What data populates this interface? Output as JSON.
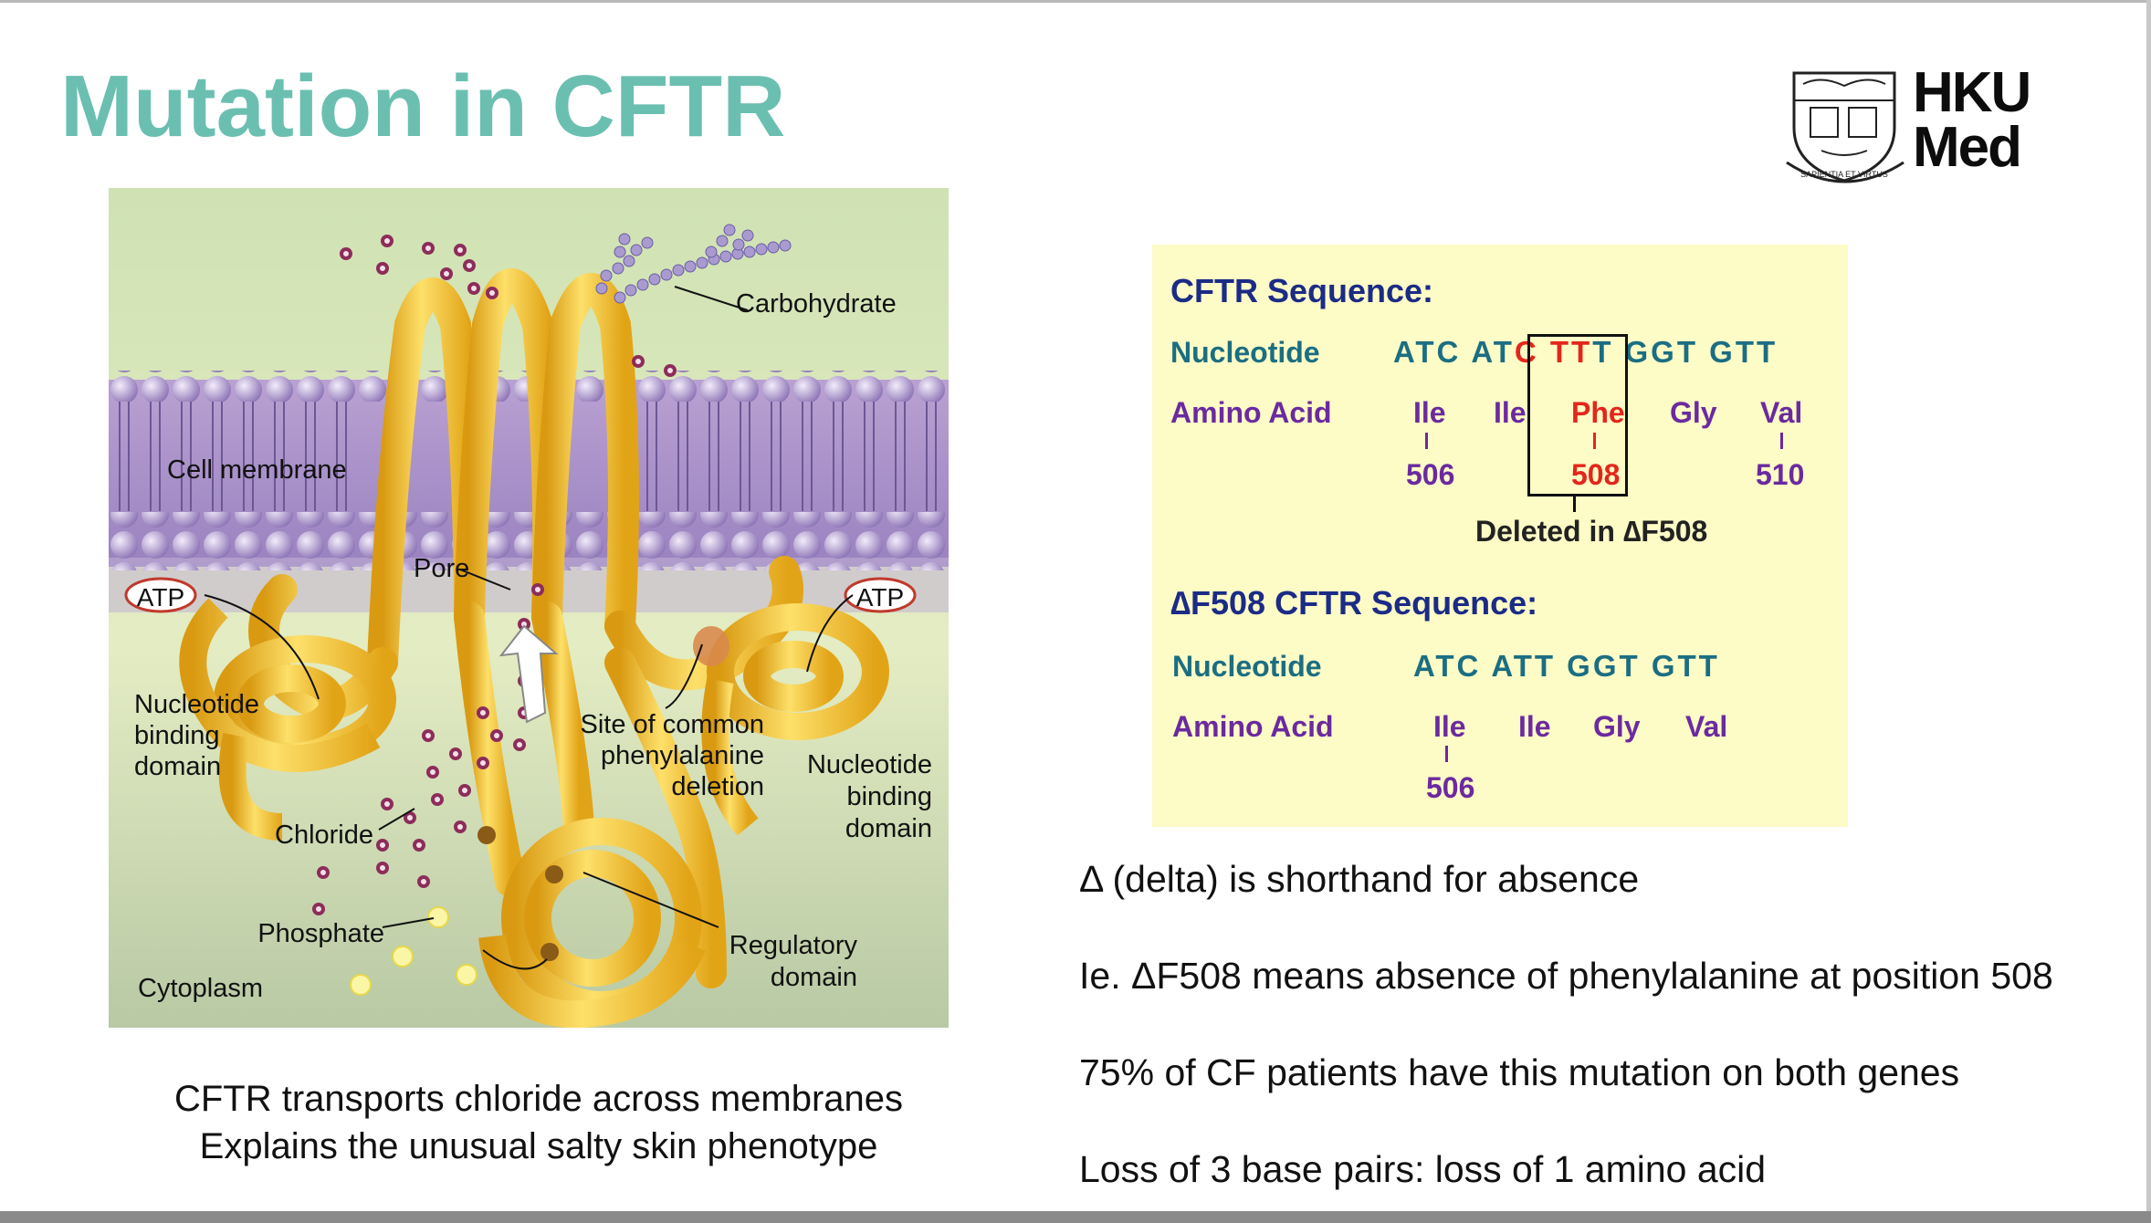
{
  "slide": {
    "title": "Mutation in CFTR",
    "logo": {
      "line1": "HKU",
      "line2": "Med",
      "crest_motto": "SAPIENTIA ET VIRTUS"
    }
  },
  "diagram": {
    "labels": {
      "carbohydrate": "Carbohydrate",
      "cell_membrane": "Cell membrane",
      "pore": "Pore",
      "atp_left": "ATP",
      "atp_right": "ATP",
      "nbd_left": [
        "Nucleotide",
        "binding",
        "domain"
      ],
      "site": [
        "Site of common",
        "phenylalanine",
        "deletion"
      ],
      "nbd_right": [
        "Nucleotide",
        "binding",
        "domain"
      ],
      "chloride": "Chloride",
      "phosphate": "Phosphate",
      "regulatory": [
        "Regulatory",
        "domain"
      ],
      "cytoplasm": "Cytoplasm"
    }
  },
  "caption": {
    "line1": "CFTR transports chloride across membranes",
    "line2": "Explains the unusual salty skin phenotype"
  },
  "sequence_panel": {
    "normal_title": "CFTR Sequence:",
    "nucleotide_label": "Nucleotide",
    "amino_label": "Amino Acid",
    "normal_nucleotides": {
      "pre": "ATC AT",
      "deleted": "C TT",
      "post": "T GGT GTT"
    },
    "normal_aminos": [
      "Ile",
      "Ile",
      "Phe",
      "Gly",
      "Val"
    ],
    "normal_positions": [
      "506",
      "508",
      "510"
    ],
    "deleted_note": "Deleted in ∆F508",
    "mutant_title": "∆F508 CFTR Sequence:",
    "mutant_nucleotides": "ATC ATT GGT GTT",
    "mutant_aminos": [
      "Ile",
      "Ile",
      "Gly",
      "Val"
    ],
    "mutant_positions": [
      "506"
    ]
  },
  "notes": [
    "Δ (delta) is shorthand for absence",
    "Ie. ΔF508 means absence of phenylalanine at position 508",
    "75% of CF patients have this mutation on both genes",
    "Loss of 3 base pairs: loss of 1 amino acid"
  ],
  "colors": {
    "title": "#6bbfb1",
    "panel_bg": "#fdfbc6",
    "navy": "#1b2b86",
    "purple": "#6b2a9f",
    "teal": "#1b6e82",
    "red": "#e3261b"
  }
}
